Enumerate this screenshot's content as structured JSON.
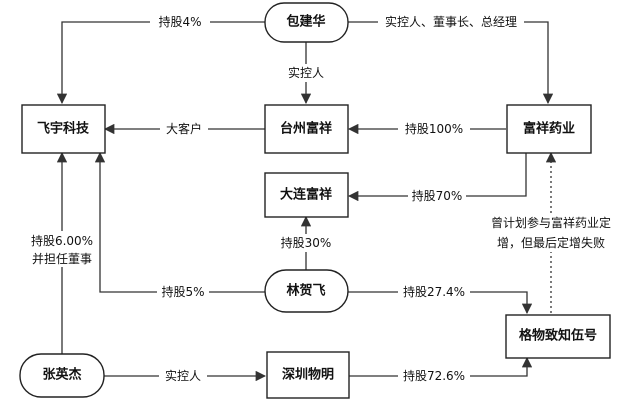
{
  "nodes": {
    "baojianhua": "包建华",
    "feiyu": "飞宇科技",
    "taizhou": "台州富祥",
    "fuxiang": "富祥药业",
    "dalian": "大连富祥",
    "linhefei": "林贺飞",
    "gewu": "格物致知伍号",
    "zhangyingjie": "张英杰",
    "shenzhen": "深圳物明"
  },
  "edges": {
    "bao_to_feiyu": "持股4%",
    "bao_to_fuxiang": "实控人、董事长、总经理",
    "bao_to_taizhou": "实控人",
    "taizhou_to_feiyu": "大客户",
    "fuxiang_to_taizhou": "持股100%",
    "fuxiang_to_dalian": "持股70%",
    "lin_to_dalian": "持股30%",
    "lin_to_feiyu": "持股5%",
    "lin_to_gewu": "持股27.4%",
    "zhang_to_feiyu_line1": "持股6.00%",
    "zhang_to_feiyu_line2": "并担任董事",
    "zhang_to_shenzhen": "实控人",
    "shenzhen_to_gewu": "持股72.6%",
    "gewu_to_fuxiang_line1": "曾计划参与富祥药业定",
    "gewu_to_fuxiang_line2": "增，但最后定增失败"
  }
}
